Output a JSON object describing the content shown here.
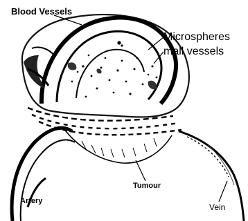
{
  "labels": {
    "blood_vessels": "Blood Vessels",
    "microspheres": "Microspheres",
    "small_vessels": "mall vessels",
    "tumour": "Tumour",
    "artery": "Artery",
    "vein": "Vein"
  },
  "colors": {
    "ink": "#000000",
    "background": "#ffffff"
  }
}
